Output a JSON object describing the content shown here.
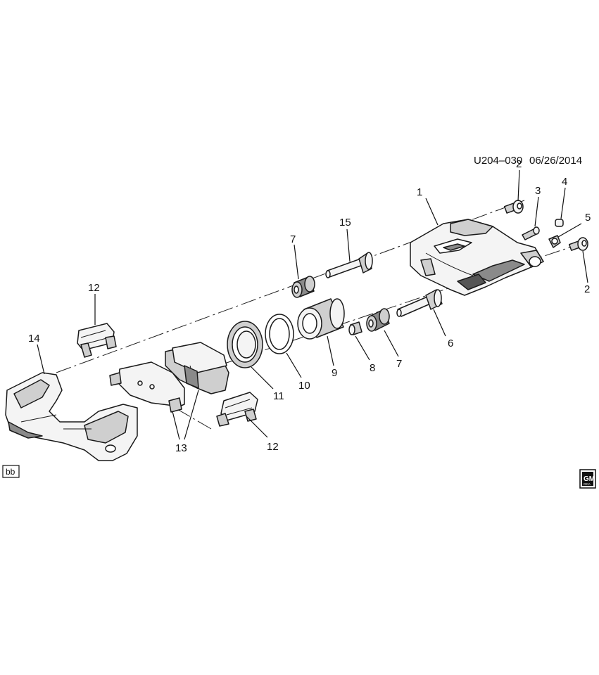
{
  "header": {
    "diagram_id": "U204–030",
    "date": "06/26/2014"
  },
  "corner_tag": "bb",
  "logo": {
    "brand": "GM",
    "sub": "OCA"
  },
  "callouts": [
    "1",
    "2",
    "3",
    "4",
    "5",
    "2",
    "15",
    "7",
    "12",
    "14",
    "11",
    "10",
    "9",
    "8",
    "7",
    "6",
    "13",
    "12"
  ]
}
